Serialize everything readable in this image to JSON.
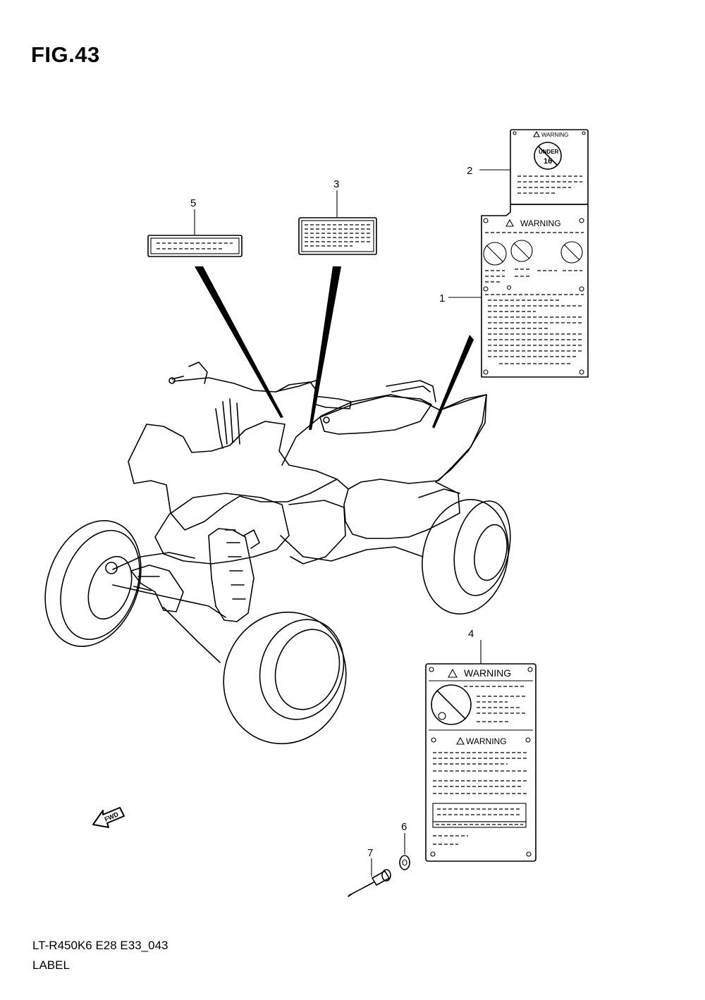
{
  "figure": {
    "title": "FIG.43"
  },
  "footer": {
    "model_code": "LT-R450K6 E28 E33_043",
    "name": "LABEL"
  },
  "callouts": [
    "1",
    "2",
    "3",
    "4",
    "5",
    "6",
    "7"
  ],
  "labels": {
    "warning_main": "WARNING",
    "warning_small": "WARNING",
    "under_badge": "UNDER",
    "under_age": "16",
    "fwd_arrow": "FWD"
  }
}
